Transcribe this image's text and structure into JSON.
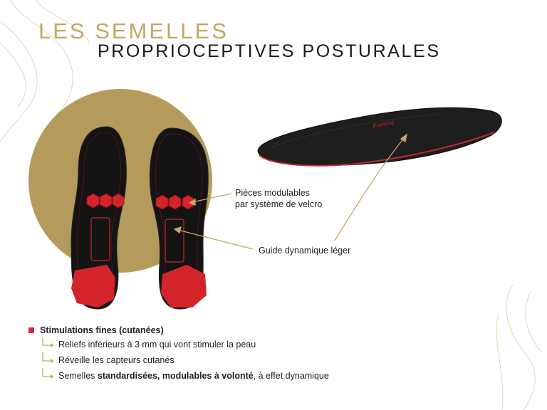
{
  "title_line1": "LES SEMELLES",
  "title_line2": "PROPRIOCEPTIVES POSTURALES",
  "insole_brand": "Podoliq",
  "annotations": {
    "pieces_line1": "Pièces modulables",
    "pieces_line2": "par système de velcro",
    "guide": "Guide dynamique léger"
  },
  "bullet": {
    "heading": "Stimulations fines (cutanées)",
    "items": [
      {
        "text": "Reliefs inférieurs à 3 mm qui vont stimuler la peau"
      },
      {
        "text": "Réveille les capteurs cutanés"
      },
      {
        "pre": "Semelles ",
        "bold": "standardisées, modulables à volonté",
        "post": ", à effet dynamique"
      }
    ]
  },
  "colors": {
    "gold": "#b49b5b",
    "title_gold": "#c2a865",
    "insole_black": "#141414",
    "insole_red": "#d4242b",
    "bullet_red": "#c8323c"
  }
}
